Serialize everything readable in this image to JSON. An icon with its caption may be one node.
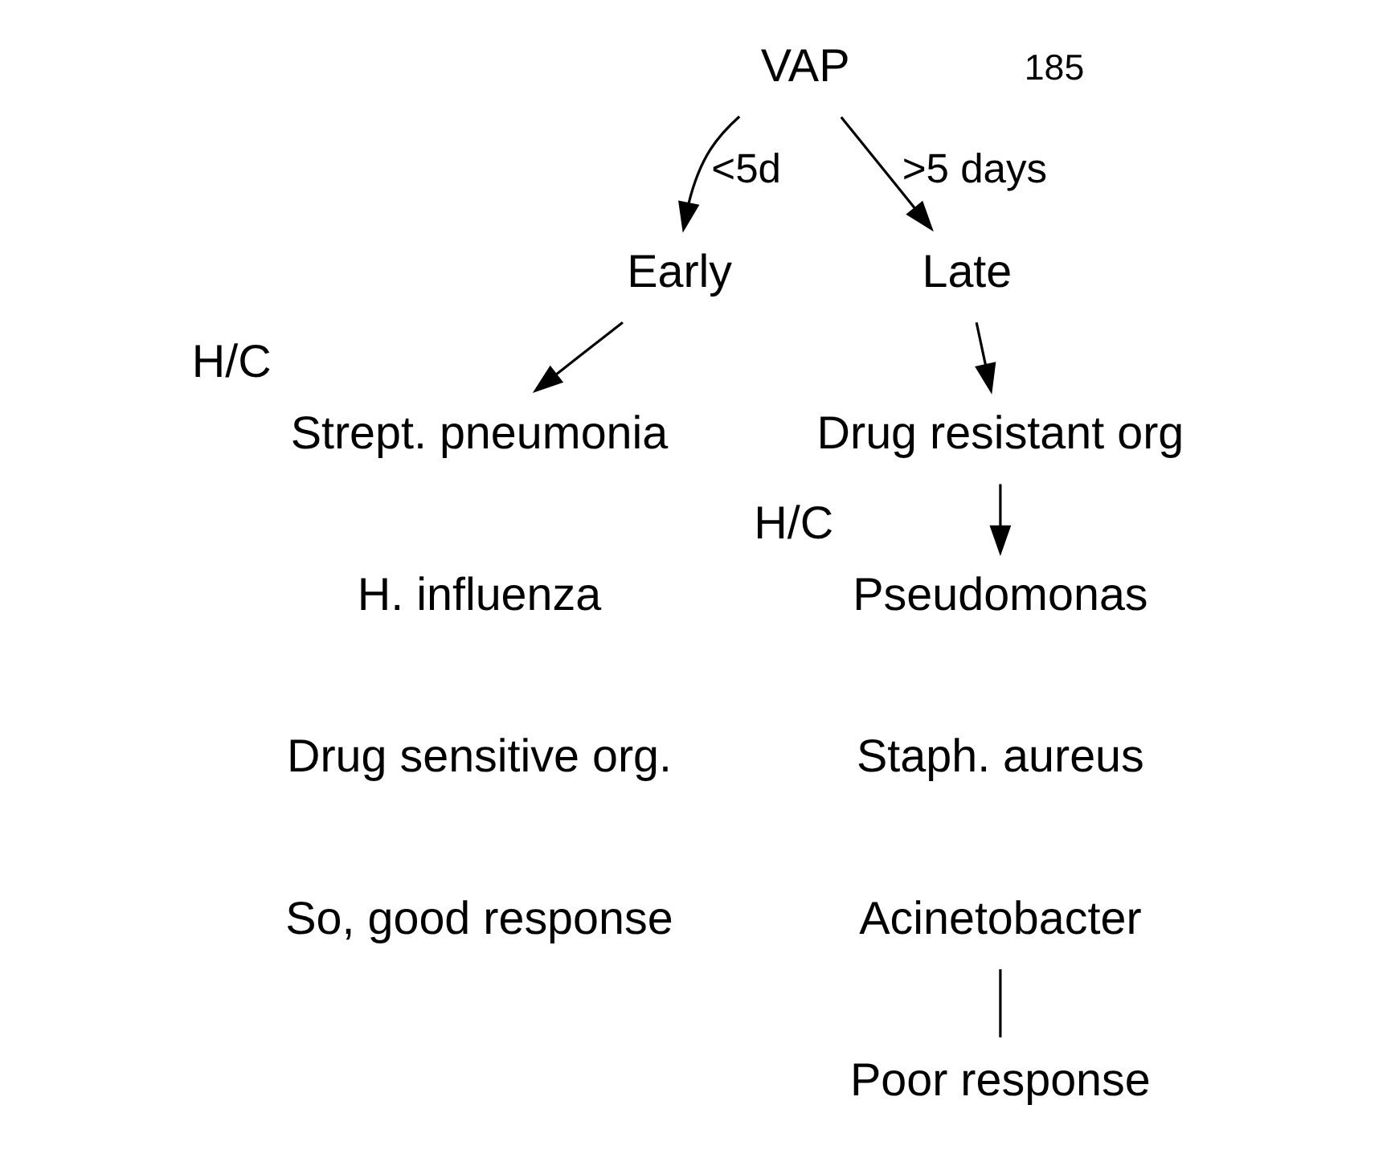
{
  "diagram": {
    "nodes": [
      {
        "text": [
          "VAP"
        ]
      },
      {
        "text": [
          "Early"
        ]
      },
      {
        "text": [
          "Late"
        ]
      },
      {
        "text": [
          "Strept. pneumonia"
        ],
        "beside": [
          "H/C"
        ]
      },
      {
        "text": [
          "H. influenza"
        ]
      },
      {
        "text": [
          "Drug sensitive org."
        ]
      },
      {
        "text": [
          "So, good response"
        ]
      },
      {
        "text": [
          "Drug resistant org"
        ]
      },
      {
        "text": [
          "Pseudomonas"
        ],
        "beside": [
          "H/C"
        ]
      },
      {
        "text": [
          "Staph. aureus"
        ]
      },
      {
        "text": [
          "Acinetobacter"
        ]
      },
      {
        "text": [
          "Poor response"
        ]
      }
    ],
    "edges": [
      {
        "from": 0,
        "to": 1,
        "arrow": "to",
        "label": "<5d"
      },
      {
        "from": 0,
        "to": 2,
        "arrow": "to",
        "label": ">5 days"
      },
      {
        "from": 1,
        "to": 3,
        "arrow": "to"
      },
      {
        "from": 2,
        "to": 7,
        "arrow": "to"
      },
      {
        "from": 7,
        "to": 8,
        "arrow": "to"
      },
      {
        "from": 10,
        "to": 11,
        "arrow": "none"
      }
    ],
    "labels": [
      "185"
    ]
  }
}
